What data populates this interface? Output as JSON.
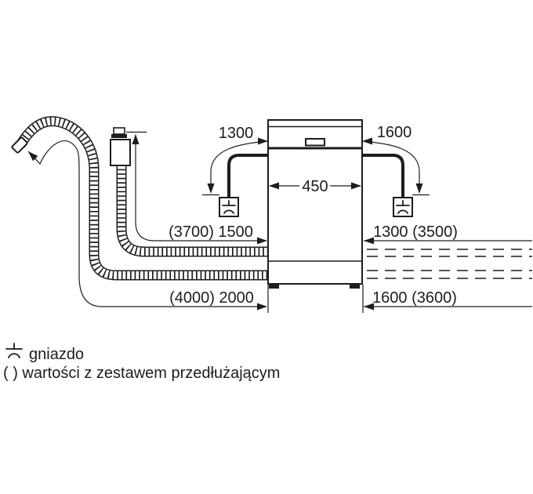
{
  "diagram": {
    "dims": {
      "cable_left": "1300",
      "cable_right": "1600",
      "appliance_width": "450",
      "inlet_hose": "(3700) 1500",
      "right_upper": "1300 (3500)",
      "drain_hose": "(4000) 2000",
      "right_lower": "1600 (3600)"
    },
    "legend": {
      "socket": "gniazdo",
      "extension_values": "( ) wartości z zestawem przedłużającym"
    },
    "colors": {
      "line": "#1d1d1b",
      "background": "#ffffff"
    }
  }
}
